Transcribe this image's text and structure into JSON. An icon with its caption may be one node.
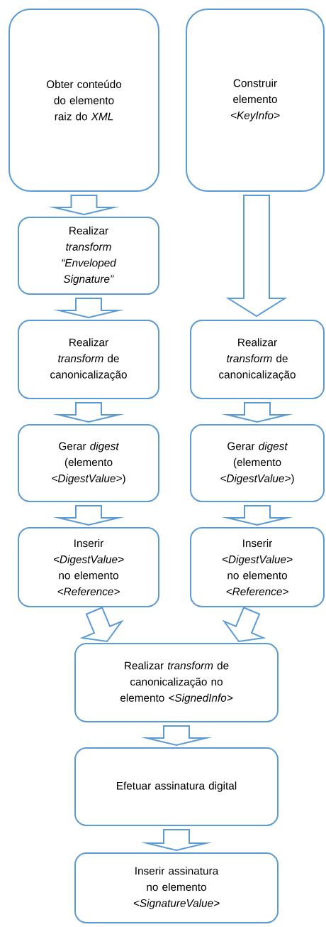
{
  "diagram": {
    "nodes": [
      {
        "text": [
          "Obter conteúdo do elemento raiz do *XML*"
        ]
      },
      {
        "text": [
          "Construir elemento *<KeyInfo>*"
        ]
      },
      {
        "text": [
          "Realizar *transform “Enveloped Signature”*"
        ]
      },
      {
        "text": [
          "Realizar *transform* de canonicalização"
        ]
      },
      {
        "text": [
          "Realizar *transform* de canonicalização"
        ]
      },
      {
        "text": [
          "Gerar *digest* (elemento *<DigestValue>*)"
        ]
      },
      {
        "text": [
          "Gerar *digest* (elemento *<DigestValue>*)"
        ]
      },
      {
        "text": [
          "Inserir *<DigestValue>* no elemento *<Reference>*"
        ]
      },
      {
        "text": [
          "Inserir *<DigestValue>* no elemento *<Reference>*"
        ]
      },
      {
        "text": [
          "Realizar *transform* de canonicalização no elemento *<SignedInfo>*"
        ]
      },
      {
        "text": [
          "Efetuar assinatura digital"
        ]
      },
      {
        "text": [
          "Inserir assinatura no elemento *<SignatureValue>*"
        ]
      }
    ],
    "edges": [
      {
        "from": 0,
        "to": 2,
        "arrow": "to"
      },
      {
        "from": 2,
        "to": 3,
        "arrow": "to"
      },
      {
        "from": 1,
        "to": 4,
        "arrow": "to"
      },
      {
        "from": 3,
        "to": 5,
        "arrow": "to"
      },
      {
        "from": 4,
        "to": 6,
        "arrow": "to"
      },
      {
        "from": 5,
        "to": 7,
        "arrow": "to"
      },
      {
        "from": 6,
        "to": 8,
        "arrow": "to"
      },
      {
        "from": 7,
        "to": 9,
        "arrow": "to"
      },
      {
        "from": 8,
        "to": 9,
        "arrow": "to"
      },
      {
        "from": 9,
        "to": 10,
        "arrow": "to"
      },
      {
        "from": 10,
        "to": 11,
        "arrow": "to"
      }
    ]
  }
}
